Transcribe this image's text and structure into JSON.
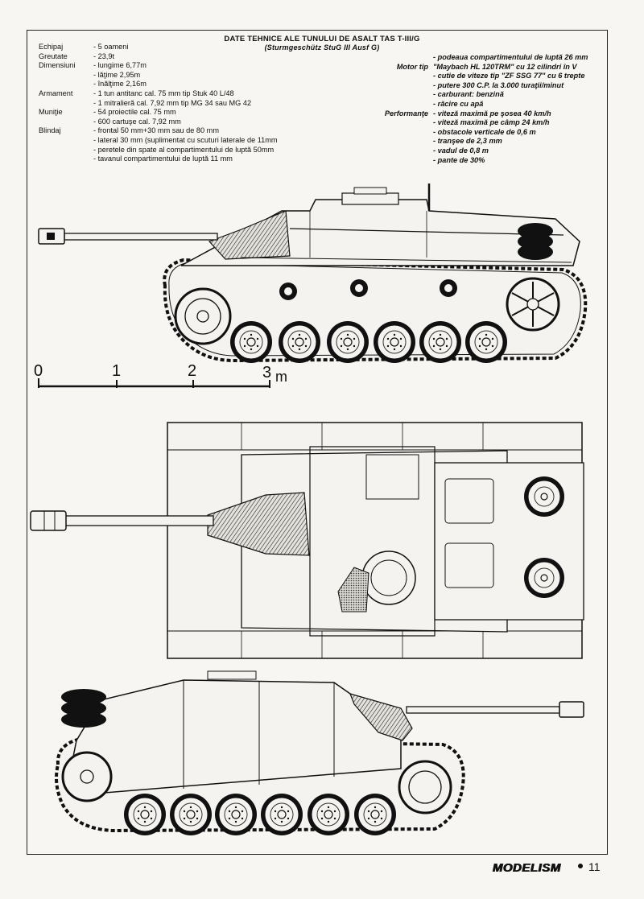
{
  "title": {
    "line1": "DATE TEHNICE ALE TUNULUI DE ASALT TAS T-III/G",
    "line2": "(Sturmgeschütz StuG III Ausf G)"
  },
  "specs_left": [
    {
      "label": "Echipaj",
      "value": "- 5 oameni"
    },
    {
      "label": "Greutate",
      "value": "- 23,9t"
    },
    {
      "label": "Dimensiuni",
      "value": "- lungime 6,77m"
    },
    {
      "label": "",
      "value": "- lăţime  2,95m"
    },
    {
      "label": "",
      "value": "- înălţime 2,16m"
    },
    {
      "label": "Armament",
      "value": "- 1 tun antitanc cal. 75 mm tip Stuk 40 L/48"
    },
    {
      "label": "",
      "value": "- 1 mitralieră cal. 7,92 mm tip MG 34 sau MG 42"
    },
    {
      "label": "Muniţie",
      "value": "- 54 proiectile cal. 75 mm"
    },
    {
      "label": "",
      "value": "- 600 cartuşe cal. 7,92 mm"
    },
    {
      "label": "Blindaj",
      "value": "- frontal 50 mm+30 mm sau de 80 mm"
    },
    {
      "label": "",
      "value": "- lateral 30 mm (suplimentat cu scuturi laterale de 11mm"
    },
    {
      "label": "",
      "value": "- peretele din spate al compartimentului de luptă 50mm"
    },
    {
      "label": "",
      "value": "- tavanul compartimentului de luptă 11 mm"
    }
  ],
  "specs_right": [
    {
      "label": "",
      "value": "- podeaua compartimentului de luptă 26 mm"
    },
    {
      "label": "Motor tip",
      "value": "\"Maybach HL 120TRM\" cu 12 cilindri în V"
    },
    {
      "label": "",
      "value": "- cutie de viteze tip \"ZF SSG 77\" cu 6 trepte"
    },
    {
      "label": "",
      "value": "- putere 300 C.P. la 3.000 turaţii/minut"
    },
    {
      "label": "",
      "value": "- carburant: benzină"
    },
    {
      "label": "",
      "value": "- răcire cu apă"
    },
    {
      "label": "Performanţe",
      "value": "- viteză maximă pe şosea 40 km/h"
    },
    {
      "label": "",
      "value": "- viteză maximă pe câmp 24 km/h"
    },
    {
      "label": "",
      "value": "- obstacole verticale de 0,6 m"
    },
    {
      "label": "",
      "value": "- tranşee de 2,3 mm"
    },
    {
      "label": "",
      "value": "- vadul de 0,8 m"
    },
    {
      "label": "",
      "value": "- pante de 30%"
    }
  ],
  "scale": {
    "t0": "0",
    "t1": "1",
    "t2": "2",
    "t3": "3",
    "unit": "m"
  },
  "footer": {
    "brand": "MODELISM",
    "page": "11"
  }
}
